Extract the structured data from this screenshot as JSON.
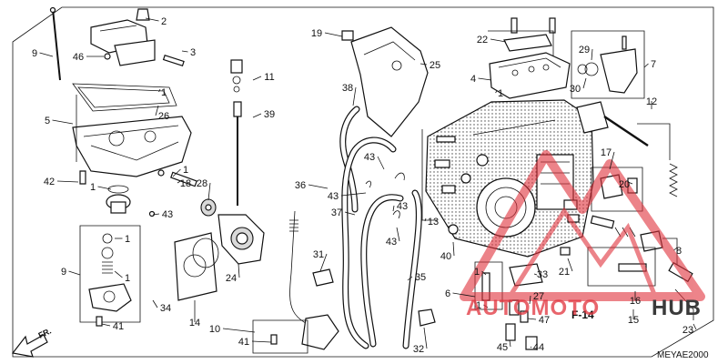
{
  "diagram_code": "MEYAE2000",
  "orientation_label": "FR.",
  "reference_label": "F-14",
  "watermark": {
    "left": "AUTOMOTO",
    "right": "HUB",
    "left_color": "#e1323c",
    "right_color": "#3a3a3a"
  },
  "part_labels": [
    {
      "id": "p2",
      "text": "2"
    },
    {
      "id": "p3",
      "text": "3"
    },
    {
      "id": "p46",
      "text": "46"
    },
    {
      "id": "p9a",
      "text": "9"
    },
    {
      "id": "p1a",
      "text": "1"
    },
    {
      "id": "p26",
      "text": "26"
    },
    {
      "id": "p5",
      "text": "5"
    },
    {
      "id": "p1b",
      "text": "1"
    },
    {
      "id": "p18",
      "text": "18"
    },
    {
      "id": "p42",
      "text": "42"
    },
    {
      "id": "p1c",
      "text": "1"
    },
    {
      "id": "p28",
      "text": "28"
    },
    {
      "id": "p43a",
      "text": "43"
    },
    {
      "id": "p1d",
      "text": "1"
    },
    {
      "id": "p9b",
      "text": "9"
    },
    {
      "id": "p1e",
      "text": "1"
    },
    {
      "id": "p24",
      "text": "24"
    },
    {
      "id": "p14",
      "text": "14"
    },
    {
      "id": "p34",
      "text": "34"
    },
    {
      "id": "p41a",
      "text": "41"
    },
    {
      "id": "p11",
      "text": "11"
    },
    {
      "id": "p39",
      "text": "39"
    },
    {
      "id": "p19",
      "text": "19"
    },
    {
      "id": "p25",
      "text": "25"
    },
    {
      "id": "p38",
      "text": "38"
    },
    {
      "id": "p36",
      "text": "36"
    },
    {
      "id": "p43b",
      "text": "43"
    },
    {
      "id": "p43c",
      "text": "43"
    },
    {
      "id": "p37",
      "text": "37"
    },
    {
      "id": "p43d",
      "text": "43"
    },
    {
      "id": "p43e",
      "text": "43"
    },
    {
      "id": "p31",
      "text": "31"
    },
    {
      "id": "p35",
      "text": "35"
    },
    {
      "id": "p10",
      "text": "10"
    },
    {
      "id": "p41b",
      "text": "41"
    },
    {
      "id": "p32",
      "text": "32"
    },
    {
      "id": "p13",
      "text": "13"
    },
    {
      "id": "p40",
      "text": "40"
    },
    {
      "id": "p22",
      "text": "22"
    },
    {
      "id": "p4",
      "text": "4"
    },
    {
      "id": "p1f",
      "text": "1"
    },
    {
      "id": "p29",
      "text": "29"
    },
    {
      "id": "p30",
      "text": "30"
    },
    {
      "id": "p7",
      "text": "7"
    },
    {
      "id": "p12",
      "text": "12"
    },
    {
      "id": "p17",
      "text": "17"
    },
    {
      "id": "p20",
      "text": "20"
    },
    {
      "id": "p8",
      "text": "8"
    },
    {
      "id": "p21",
      "text": "21"
    },
    {
      "id": "p1g",
      "text": "1"
    },
    {
      "id": "p33",
      "text": "33"
    },
    {
      "id": "p6",
      "text": "6"
    },
    {
      "id": "p27",
      "text": "27"
    },
    {
      "id": "p1h",
      "text": "1"
    },
    {
      "id": "p47",
      "text": "47"
    },
    {
      "id": "p16",
      "text": "16"
    },
    {
      "id": "p15",
      "text": "15"
    },
    {
      "id": "p23",
      "text": "23"
    },
    {
      "id": "p45",
      "text": "45"
    },
    {
      "id": "p44",
      "text": "44"
    }
  ]
}
